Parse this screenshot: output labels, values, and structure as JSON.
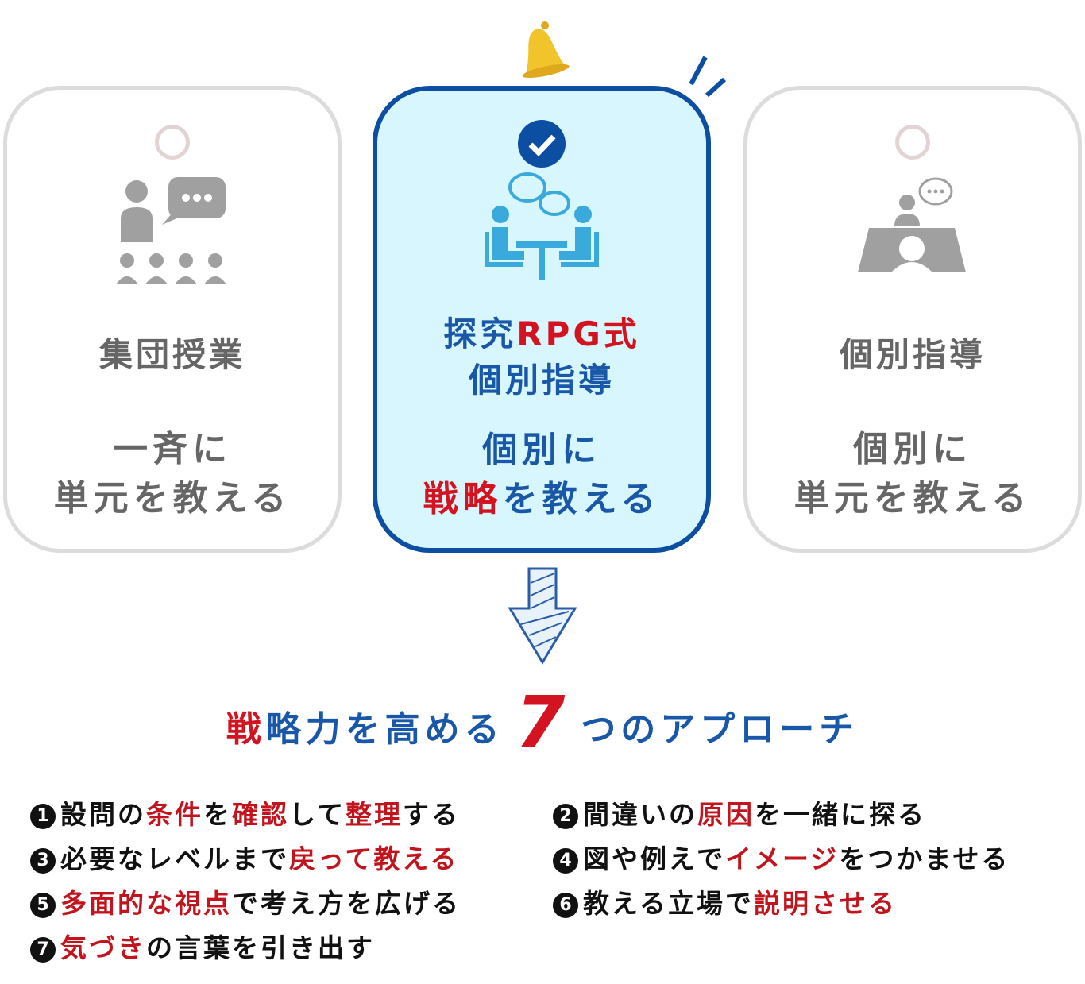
{
  "cards": [
    {
      "name_lines": [
        "集団授業"
      ],
      "desc_lines": [
        "一斉に",
        "単元を教える"
      ]
    },
    {
      "name_parts": [
        {
          "t": "探究",
          "c": "blue"
        },
        {
          "t": "RPG式",
          "c": "red"
        }
      ],
      "name_line2": "個別指導",
      "desc_line1": "個別に",
      "desc_parts": [
        {
          "t": "戦略",
          "c": "red"
        },
        {
          "t": "を教える",
          "c": "blue"
        }
      ]
    },
    {
      "name_lines": [
        "個別指導"
      ],
      "desc_lines": [
        "個別に",
        "単元を教える"
      ]
    }
  ],
  "title": {
    "part1_red": "戦",
    "part1_blue": "略力を高める",
    "number": "7",
    "part2": "つのアプローチ"
  },
  "items": [
    {
      "n": "1",
      "segs": [
        {
          "t": "設問の"
        },
        {
          "t": "条件",
          "r": 1
        },
        {
          "t": "を"
        },
        {
          "t": "確認",
          "r": 1
        },
        {
          "t": "して"
        },
        {
          "t": "整理",
          "r": 1
        },
        {
          "t": "する"
        }
      ]
    },
    {
      "n": "2",
      "segs": [
        {
          "t": "間違いの"
        },
        {
          "t": "原因",
          "r": 1
        },
        {
          "t": "を一緒に探る"
        }
      ]
    },
    {
      "n": "3",
      "segs": [
        {
          "t": "必要なレベルまで"
        },
        {
          "t": "戻って教える",
          "r": 1
        }
      ]
    },
    {
      "n": "4",
      "segs": [
        {
          "t": "図や例えで"
        },
        {
          "t": "イメージ",
          "r": 1
        },
        {
          "t": "をつかませる"
        }
      ]
    },
    {
      "n": "5",
      "segs": [
        {
          "t": "多面的な視点",
          "r": 1
        },
        {
          "t": "で考え方を広げる"
        }
      ]
    },
    {
      "n": "6",
      "segs": [
        {
          "t": "教える立場で"
        },
        {
          "t": "説明させる",
          "r": 1
        }
      ]
    },
    {
      "n": "7",
      "segs": [
        {
          "t": "気づき",
          "r": 1
        },
        {
          "t": "の言葉を引き出す"
        }
      ]
    }
  ],
  "colors": {
    "blue": "#0b4ea2",
    "red": "#d31420",
    "gray": "#666666",
    "card_bg": "#d8f6fd"
  }
}
